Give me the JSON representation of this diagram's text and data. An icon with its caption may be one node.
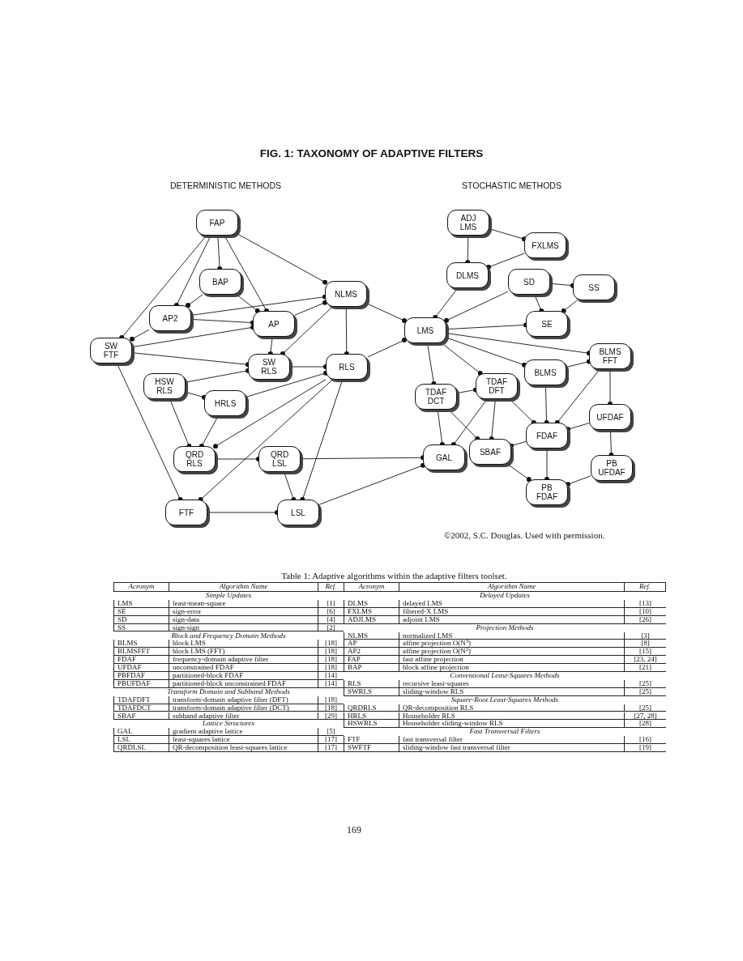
{
  "diagram": {
    "title": "FIG. 1: TAXONOMY OF ADAPTIVE FILTERS",
    "nodes": [
      {
        "text": [
          "FAP"
        ]
      },
      {
        "text": [
          "BAP"
        ]
      },
      {
        "text": [
          "NLMS"
        ]
      },
      {
        "text": [
          "AP2"
        ]
      },
      {
        "text": [
          "AP"
        ]
      },
      {
        "text": [
          "SW FTF"
        ]
      },
      {
        "text": [
          "SW RLS"
        ]
      },
      {
        "text": [
          "RLS"
        ]
      },
      {
        "text": [
          "HSW RLS"
        ]
      },
      {
        "text": [
          "HRLS"
        ]
      },
      {
        "text": [
          "QRD RLS"
        ]
      },
      {
        "text": [
          "QRD LSL"
        ]
      },
      {
        "text": [
          "FTF"
        ]
      },
      {
        "text": [
          "LSL"
        ]
      },
      {
        "text": [
          "ADJ LMS"
        ]
      },
      {
        "text": [
          "FXLMS"
        ]
      },
      {
        "text": [
          "DLMS"
        ]
      },
      {
        "text": [
          "SD"
        ]
      },
      {
        "text": [
          "SS"
        ]
      },
      {
        "text": [
          "SE"
        ]
      },
      {
        "text": [
          "LMS"
        ]
      },
      {
        "text": [
          "BLMS FFT"
        ]
      },
      {
        "text": [
          "BLMS"
        ]
      },
      {
        "text": [
          "TDAF DCT"
        ]
      },
      {
        "text": [
          "TDAF DFT"
        ]
      },
      {
        "text": [
          "UFDAF"
        ]
      },
      {
        "text": [
          "FDAF"
        ]
      },
      {
        "text": [
          "GAL"
        ]
      },
      {
        "text": [
          "SBAF"
        ]
      },
      {
        "text": [
          "PB UFDAF"
        ]
      },
      {
        "text": [
          "PB FDAF"
        ]
      }
    ],
    "edges": [
      {
        "from": 0,
        "to": 5,
        "arrow": "other"
      },
      {
        "from": 0,
        "to": 3,
        "arrow": "other"
      },
      {
        "from": 0,
        "to": 1,
        "arrow": "other"
      },
      {
        "from": 0,
        "to": 4,
        "arrow": "other"
      },
      {
        "from": 0,
        "to": 2,
        "arrow": "other"
      },
      {
        "from": 1,
        "to": 3,
        "arrow": "other"
      },
      {
        "from": 1,
        "to": 4,
        "arrow": "other"
      },
      {
        "from": 3,
        "to": 2,
        "arrow": "other"
      },
      {
        "from": 3,
        "to": 4,
        "arrow": "other"
      },
      {
        "from": 3,
        "to": 5,
        "arrow": "other"
      },
      {
        "from": 4,
        "to": 2,
        "arrow": "other"
      },
      {
        "from": 5,
        "to": 4,
        "arrow": "other"
      },
      {
        "from": 4,
        "to": 6,
        "arrow": "other"
      },
      {
        "from": 2,
        "to": 6,
        "arrow": "other"
      },
      {
        "from": 2,
        "to": 7,
        "arrow": "other"
      },
      {
        "from": 2,
        "to": 20,
        "arrow": "other"
      },
      {
        "from": 5,
        "to": 6,
        "arrow": "other"
      },
      {
        "from": 6,
        "to": 7,
        "arrow": "other"
      },
      {
        "from": 8,
        "to": 6,
        "arrow": "other"
      },
      {
        "from": 8,
        "to": 9,
        "arrow": "other"
      },
      {
        "from": 9,
        "to": 7,
        "arrow": "other"
      },
      {
        "from": 7,
        "to": 20,
        "arrow": "other"
      },
      {
        "from": 5,
        "to": 12,
        "arrow": "other"
      },
      {
        "from": 8,
        "to": 10,
        "arrow": "other"
      },
      {
        "from": 9,
        "to": 10,
        "arrow": "other"
      },
      {
        "from": 7,
        "to": 10,
        "arrow": "other"
      },
      {
        "from": 7,
        "to": 12,
        "arrow": "other"
      },
      {
        "from": 7,
        "to": 13,
        "arrow": "other"
      },
      {
        "from": 10,
        "to": 11,
        "arrow": "other"
      },
      {
        "from": 11,
        "to": 13,
        "arrow": "other"
      },
      {
        "from": 11,
        "to": 27,
        "arrow": "other"
      },
      {
        "from": 12,
        "to": 13,
        "arrow": "other"
      },
      {
        "from": 13,
        "to": 27,
        "arrow": "other"
      },
      {
        "from": 14,
        "to": 15,
        "arrow": "other"
      },
      {
        "from": 14,
        "to": 16,
        "arrow": "other"
      },
      {
        "from": 15,
        "to": 16,
        "arrow": "other"
      },
      {
        "from": 16,
        "to": 20,
        "arrow": "other"
      },
      {
        "from": 17,
        "to": 20,
        "arrow": "other"
      },
      {
        "from": 17,
        "to": 18,
        "arrow": "other"
      },
      {
        "from": 17,
        "to": 19,
        "arrow": "other"
      },
      {
        "from": 18,
        "to": 19,
        "arrow": "other"
      },
      {
        "from": 20,
        "to": 19,
        "arrow": "other"
      },
      {
        "from": 20,
        "to": 21,
        "arrow": "other"
      },
      {
        "from": 20,
        "to": 22,
        "arrow": "other"
      },
      {
        "from": 20,
        "to": 24,
        "arrow": "other"
      },
      {
        "from": 20,
        "to": 23,
        "arrow": "other"
      },
      {
        "from": 22,
        "to": 21,
        "arrow": "other"
      },
      {
        "from": 23,
        "to": 24,
        "arrow": "other"
      },
      {
        "from": 23,
        "to": 27,
        "arrow": "other"
      },
      {
        "from": 23,
        "to": 28,
        "arrow": "other"
      },
      {
        "from": 24,
        "to": 27,
        "arrow": "other"
      },
      {
        "from": 24,
        "to": 28,
        "arrow": "other"
      },
      {
        "from": 24,
        "to": 26,
        "arrow": "other"
      },
      {
        "from": 22,
        "to": 26,
        "arrow": "other"
      },
      {
        "from": 21,
        "to": 26,
        "arrow": "other"
      },
      {
        "from": 21,
        "to": 25,
        "arrow": "other"
      },
      {
        "from": 25,
        "to": 26,
        "arrow": "other"
      },
      {
        "from": 26,
        "to": 28,
        "arrow": "other"
      },
      {
        "from": 26,
        "to": 30,
        "arrow": "other"
      },
      {
        "from": 28,
        "to": 30,
        "arrow": "other"
      },
      {
        "from": 25,
        "to": 29,
        "arrow": "other"
      },
      {
        "from": 29,
        "to": 30,
        "arrow": "other"
      }
    ],
    "labels": [
      "DETERMINISTIC METHODS",
      "STOCHASTIC METHODS",
      "©2002, S.C. Douglas. Used with permission.",
      "Table 1: Adaptive algorithms within the adaptive filters toolset.",
      "Acronym",
      "Algorithm Name",
      "Ref.",
      "Acronym",
      "Algorithm Name",
      "Ref.",
      "Simple Updates",
      "Delayed Updates",
      "LMS",
      "least-mean-square",
      "[1]",
      "DLMS",
      "delayed LMS",
      "[13]",
      "SE",
      "sign-error",
      "[6]",
      "FXLMS",
      "filtered-X LMS",
      "[10]",
      "SD",
      "sign-data",
      "[4]",
      "ADJLMS",
      "adjoint LMS",
      "[26]",
      "SS",
      "sign-sign",
      "[2]",
      "Projection Methods",
      "Block and Frequency Domain Methods",
      "NLMS",
      "normalized LMS",
      "[3]",
      "BLMS",
      "block LMS",
      "[18]",
      "AP",
      "affine projection O(N$^{3}$)",
      "[8]",
      "BLMSFFT",
      "block LMS (FFT)",
      "[18]",
      "AP2",
      "affine projection O(N$^{2}$)",
      "[15]",
      "FDAF",
      "frequency-domain adaptive filter",
      "[18]",
      "FAP",
      "fast affine projection",
      "[23, 24]",
      "UFDAF",
      "unconstrained FDAF",
      "[18]",
      "BAP",
      "block affine projection",
      "[21]",
      "PBFDAF",
      "partitioned-block FDAF",
      "[14]",
      "Conventional Least-Squares Methods",
      "PBUFDAF",
      "partitioned-block unconstrained FDAF",
      "[14]",
      "RLS",
      "recursive least-squares",
      "[25]",
      "Transform Domain and Subband Methods",
      "SWRLS",
      "sliding-window RLS",
      "[25]",
      "TDAFDFT",
      "transform-domain adaptive filter (DFT)",
      "[18]",
      "Square-Root Least-Squares Methods",
      "TDAFDCT",
      "transform-domain adaptive filter (DCT)",
      "[18]",
      "QRDRLS",
      "QR-decomposition RLS",
      "[25]",
      "SBAF",
      "subband adaptive filter",
      "[29]",
      "HRLS",
      "Householder RLS",
      "[27, 28]",
      "Lattice Structures",
      "HSWRLS",
      "Householder sliding-window RLS",
      "[28]",
      "GAL",
      "gradient adaptive lattice",
      "[5]",
      "Fast Transversal Filters",
      "LSL",
      "least-squares lattice",
      "[17]",
      "FTF",
      "fast transversal filter",
      "[16]",
      "QRDLSL",
      "QR-decomposition least-squares lattice",
      "[17]",
      "SWFTF",
      "sliding-window fast transversal filter",
      "[19]",
      "169"
    ]
  }
}
